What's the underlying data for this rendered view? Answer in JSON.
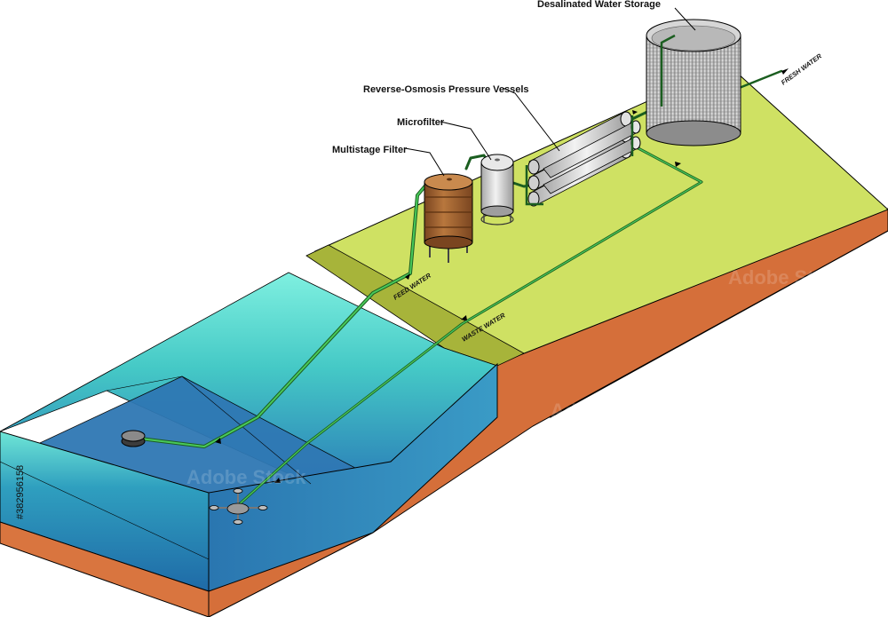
{
  "labels": {
    "desalinated_storage": "Desalinated Water Storage",
    "ro_vessels": "Reverse-Osmosis Pressure Vessels",
    "microfilter": "Microfilter",
    "multistage_filter": "Multistage Filter",
    "fresh_water": "FRESH WATER",
    "feed_water": "FEED WATER",
    "waste_water": "WASTE WATER"
  },
  "watermark": {
    "brand": "Adobe Stock",
    "id": "#382956158"
  },
  "colors": {
    "land_top": "#cfe163",
    "land_front": "#d9753f",
    "strip_top": "#a7b43a",
    "sea_shallow": "#63e3cf",
    "sea_deep": "#2e7fb8",
    "pipe": "#39b54a",
    "tank_metal": "#c9c9c9",
    "filter_brown": "#a0622d"
  }
}
